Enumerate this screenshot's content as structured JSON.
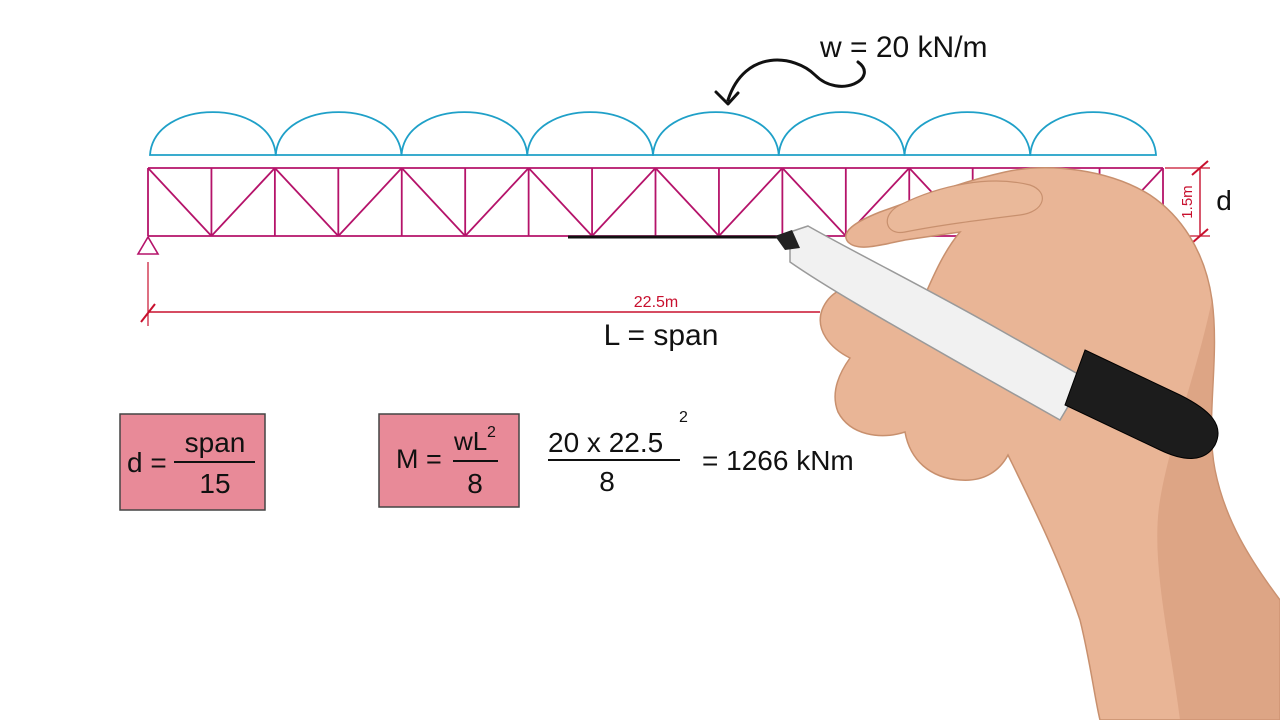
{
  "load_label": "w = 20 kN/m",
  "span_dimension": "22.5m",
  "span_label": "L = span",
  "depth_dimension": "1.5m",
  "depth_label": "d",
  "formula_depth": {
    "lhs": "d =",
    "numerator": "span",
    "denominator": "15"
  },
  "formula_moment": {
    "lhs": "M =",
    "numerator_base": "wL",
    "numerator_exp": "2",
    "denominator": "8"
  },
  "calculation": {
    "numerator": "20 x 22.5",
    "exponent": "2",
    "denominator": "8",
    "result": "= 1266 kNm"
  },
  "colors": {
    "truss": "#b5136a",
    "load": "#1fa0c8",
    "dimension": "#c8102e",
    "formula_box": "#e88a98",
    "text": "#111111"
  },
  "truss": {
    "panels": 16,
    "load_arches": 8
  }
}
